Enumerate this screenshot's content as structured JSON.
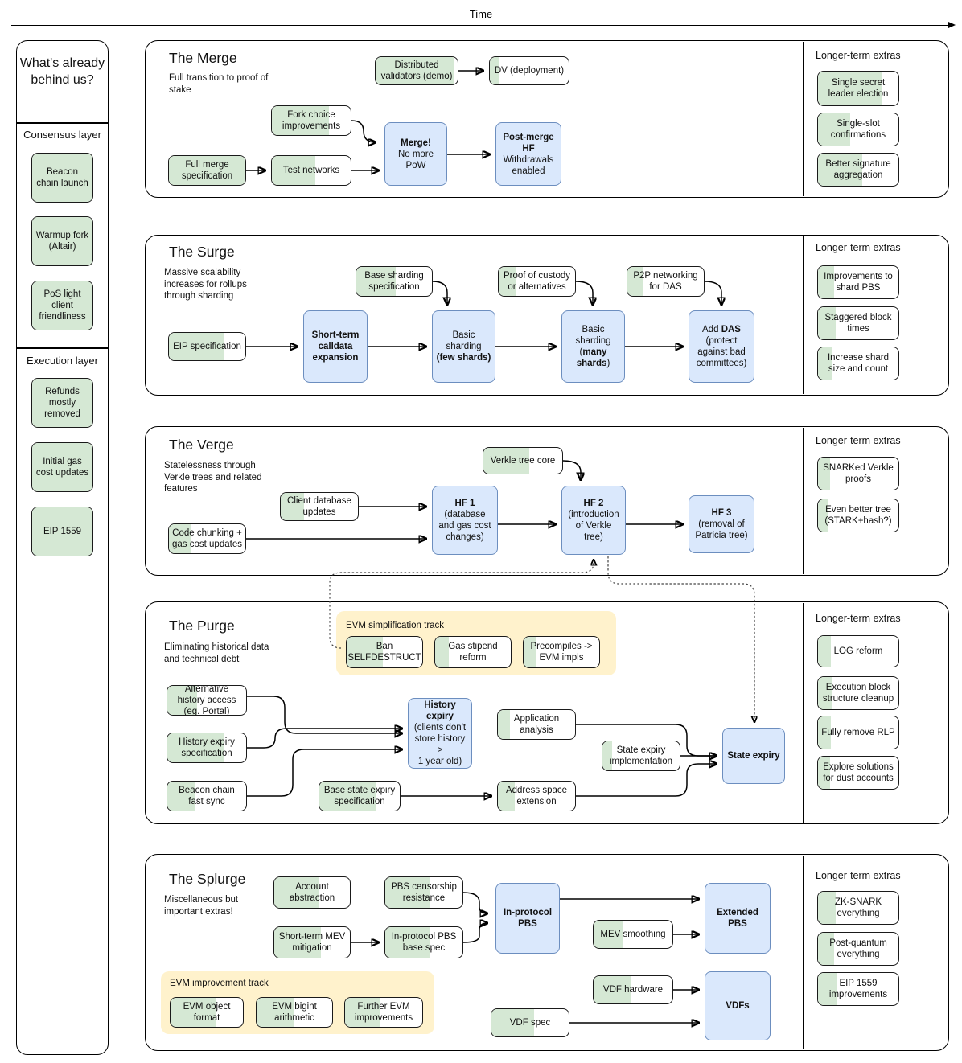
{
  "header": {
    "time_label": "Time"
  },
  "sidebar": {
    "heading": "What's already behind us?",
    "sections": [
      {
        "title": "Consensus layer",
        "items": [
          {
            "label": "Beacon chain launch",
            "fill": 100
          },
          {
            "label": "Warmup fork (Altair)",
            "fill": 100
          },
          {
            "label": "PoS light client friendliness",
            "fill": 100
          }
        ]
      },
      {
        "title": "Execution layer",
        "items": [
          {
            "label": "Refunds mostly removed",
            "fill": 100
          },
          {
            "label": "Initial gas cost updates",
            "fill": 100
          },
          {
            "label": "EIP 1559",
            "fill": 100
          }
        ]
      }
    ]
  },
  "colors": {
    "green_fill": "#d5e8d4",
    "blue_fill": "#dae8fc",
    "blue_stroke": "#6c8ebf",
    "yellow_track": "#fff2cc",
    "node_stroke": "#1a1a1a"
  },
  "extras_heading": "Longer-term extras",
  "sections": [
    {
      "id": "merge",
      "title": "The Merge",
      "subtitle": "Full transition to proof of stake",
      "nodes": [
        {
          "id": "dist-validators",
          "label": "Distributed validators (demo)",
          "type": "green",
          "fill": 95
        },
        {
          "id": "dv-deployment",
          "label": "DV (deployment)",
          "type": "green",
          "fill": 12
        },
        {
          "id": "fork-choice",
          "label": "Fork choice improvements",
          "type": "green",
          "fill": 72
        },
        {
          "id": "full-merge-spec",
          "label": "Full merge specification",
          "type": "green",
          "fill": 100
        },
        {
          "id": "test-networks",
          "label": "Test networks",
          "type": "green",
          "fill": 55
        },
        {
          "id": "merge-nopow",
          "label": "Merge! No more PoW",
          "type": "blue",
          "bold_first": true
        },
        {
          "id": "post-merge-hf",
          "label": "Post-merge HF Withdrawals enabled",
          "type": "blue",
          "bold_first": true
        }
      ],
      "extras": [
        {
          "label": "Single secret leader election",
          "fill": 80
        },
        {
          "label": "Single-slot confirmations",
          "fill": 40
        },
        {
          "label": "Better signature aggregation",
          "fill": 55
        }
      ]
    },
    {
      "id": "surge",
      "title": "The Surge",
      "subtitle": "Massive scalability increases for rollups through sharding",
      "nodes": [
        {
          "id": "base-shard-spec",
          "label": "Base sharding specification",
          "type": "green",
          "fill": 52
        },
        {
          "id": "proof-custody",
          "label": "Proof of custody or alternatives",
          "type": "green",
          "fill": 22
        },
        {
          "id": "p2p-das",
          "label": "P2P networking for DAS",
          "type": "green",
          "fill": 20
        },
        {
          "id": "eip-spec",
          "label": "EIP specification",
          "type": "green",
          "fill": 72
        },
        {
          "id": "short-calldata",
          "label": "Short-term calldata expansion",
          "type": "blue",
          "bold_all": true
        },
        {
          "id": "basic-few",
          "label": "Basic sharding (few shards)",
          "type": "blue"
        },
        {
          "id": "basic-many",
          "label": "Basic sharding (many shards)",
          "type": "blue"
        },
        {
          "id": "add-das",
          "label": "Add DAS (protect against bad committees)",
          "type": "blue"
        }
      ],
      "extras": [
        {
          "label": "Improvements to shard PBS",
          "fill": 20
        },
        {
          "label": "Staggered block times",
          "fill": 22
        },
        {
          "label": "Increase shard size and count",
          "fill": 18
        }
      ]
    },
    {
      "id": "verge",
      "title": "The Verge",
      "subtitle": "Statelessness through Verkle trees and related features",
      "nodes": [
        {
          "id": "verkle-core",
          "label": "Verkle tree core",
          "type": "green",
          "fill": 58
        },
        {
          "id": "client-db",
          "label": "Client database updates",
          "type": "green",
          "fill": 30
        },
        {
          "id": "code-chunking",
          "label": "Code chunking + gas cost updates",
          "type": "green",
          "fill": 28
        },
        {
          "id": "hf1",
          "label": "HF 1 (database and gas cost changes)",
          "type": "blue"
        },
        {
          "id": "hf2",
          "label": "HF 2 (introduction of Verkle tree)",
          "type": "blue"
        },
        {
          "id": "hf3",
          "label": "HF 3 (removal of Patricia tree)",
          "type": "blue"
        }
      ],
      "extras": [
        {
          "label": "SNARKed Verkle proofs",
          "fill": 15
        },
        {
          "label": "Even better tree (STARK+hash?)",
          "fill": 12
        }
      ]
    },
    {
      "id": "purge",
      "title": "The Purge",
      "subtitle": "Eliminating historical data and technical debt",
      "track": {
        "label": "EVM simplification track",
        "items": [
          {
            "label": "Ban SELFDESTRUCT",
            "fill": 48
          },
          {
            "label": "Gas stipend reform",
            "fill": 18
          },
          {
            "label": "Precompiles -> EVM impls",
            "fill": 16
          }
        ]
      },
      "nodes": [
        {
          "id": "alt-history",
          "label": "Alternative history access (eg. Portal)",
          "type": "green",
          "fill": 38
        },
        {
          "id": "hist-spec",
          "label": "History expiry specification",
          "type": "green",
          "fill": 72
        },
        {
          "id": "beacon-sync",
          "label": "Beacon chain fast sync",
          "type": "green",
          "fill": 35
        },
        {
          "id": "base-state-spec",
          "label": "Base state expiry specification",
          "type": "green",
          "fill": 70
        },
        {
          "id": "app-analysis",
          "label": "Application analysis",
          "type": "green",
          "fill": 16
        },
        {
          "id": "addr-space",
          "label": "Address space extension",
          "type": "green",
          "fill": 22
        },
        {
          "id": "state-impl",
          "label": "State expiry implementation",
          "type": "green",
          "fill": 12
        },
        {
          "id": "history-expiry",
          "label": "History expiry (clients don't store history > 1 year old)",
          "type": "blue"
        },
        {
          "id": "state-expiry",
          "label": "State expiry",
          "type": "blue",
          "bold_all": true
        }
      ],
      "extras": [
        {
          "label": "LOG reform",
          "fill": 16
        },
        {
          "label": "Execution block structure cleanup",
          "fill": 18
        },
        {
          "label": "Fully remove RLP",
          "fill": 16
        },
        {
          "label": "Explore solutions for dust accounts",
          "fill": 15
        }
      ]
    },
    {
      "id": "splurge",
      "title": "The Splurge",
      "subtitle": "Miscellaneous but important extras!",
      "track": {
        "label": "EVM improvement track",
        "items": [
          {
            "label": "EVM object format",
            "fill": 62
          },
          {
            "label": "EVM bigint arithmetic",
            "fill": 50
          },
          {
            "label": "Further EVM improvements",
            "fill": 46
          }
        ]
      },
      "nodes": [
        {
          "id": "account-abs",
          "label": "Account abstraction",
          "type": "green",
          "fill": 60
        },
        {
          "id": "pbs-censor",
          "label": "PBS censorship resistance",
          "type": "green",
          "fill": 58
        },
        {
          "id": "mev-mitigation",
          "label": "Short-term MEV mitigation",
          "type": "green",
          "fill": 62
        },
        {
          "id": "pbs-base-spec",
          "label": "In-protocol PBS base spec",
          "type": "green",
          "fill": 58
        },
        {
          "id": "mev-smoothing",
          "label": "MEV smoothing",
          "type": "green",
          "fill": 38
        },
        {
          "id": "vdf-hardware",
          "label": "VDF hardware",
          "type": "green",
          "fill": 48
        },
        {
          "id": "vdf-spec",
          "label": "VDF spec",
          "type": "green",
          "fill": 55
        },
        {
          "id": "in-protocol-pbs",
          "label": "In-protocol PBS",
          "type": "blue",
          "bold_all": true
        },
        {
          "id": "extended-pbs",
          "label": "Extended PBS",
          "type": "blue",
          "bold_all": true
        },
        {
          "id": "vdfs",
          "label": "VDFs",
          "type": "blue",
          "bold_all": true
        }
      ],
      "extras": [
        {
          "label": "ZK-SNARK everything",
          "fill": 22
        },
        {
          "label": "Post-quantum everything",
          "fill": 20
        },
        {
          "label": "EIP 1559 improvements",
          "fill": 24
        }
      ]
    }
  ]
}
